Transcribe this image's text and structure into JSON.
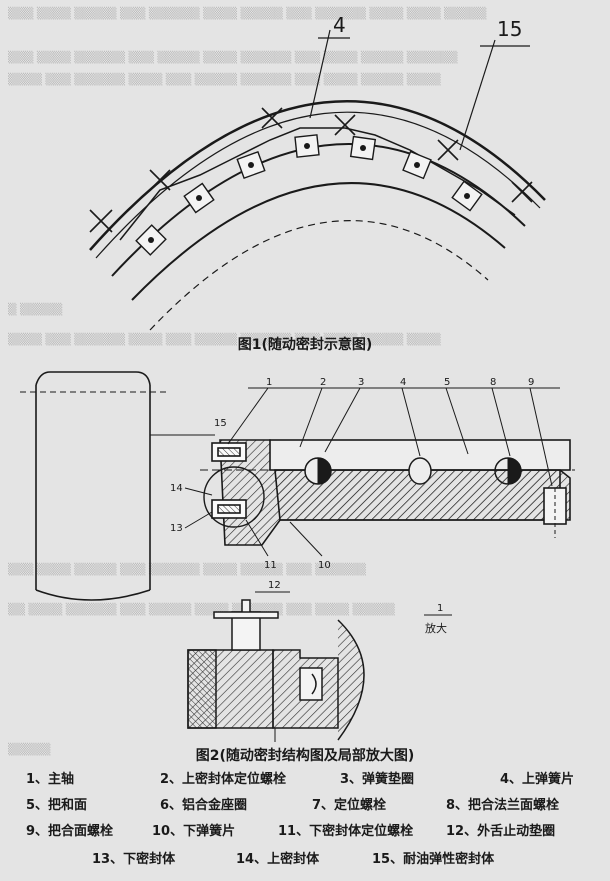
{
  "figure1": {
    "caption": "图1(随动密封示意图)",
    "labels": {
      "four": "4",
      "fifteen": "15"
    }
  },
  "figure2": {
    "caption": "图2(随动密封结构图及局部放大图)",
    "callouts": [
      "1",
      "2",
      "3",
      "4",
      "5",
      "8",
      "9",
      "10",
      "11",
      "12",
      "13",
      "14",
      "15"
    ],
    "zoom_label": "放大",
    "zoom_ref": "1"
  },
  "legend": [
    {
      "label": "1、主轴"
    },
    {
      "label": "2、上密封体定位螺栓"
    },
    {
      "label": "3、弹簧垫圈"
    },
    {
      "label": "4、上弹簧片"
    },
    {
      "label": "5、把和面"
    },
    {
      "label": "6、铝合金座圈"
    },
    {
      "label": "7、定位螺栓"
    },
    {
      "label": "8、把合法兰面螺栓"
    },
    {
      "label": "9、把合面螺栓"
    },
    {
      "label": "10、下弹簧片"
    },
    {
      "label": "11、下密封体定位螺栓"
    },
    {
      "label": "12、外舌止动垫圈"
    },
    {
      "label": "13、下密封体"
    },
    {
      "label": "14、上密封体"
    },
    {
      "label": "15、耐油弹性密封体"
    }
  ]
}
